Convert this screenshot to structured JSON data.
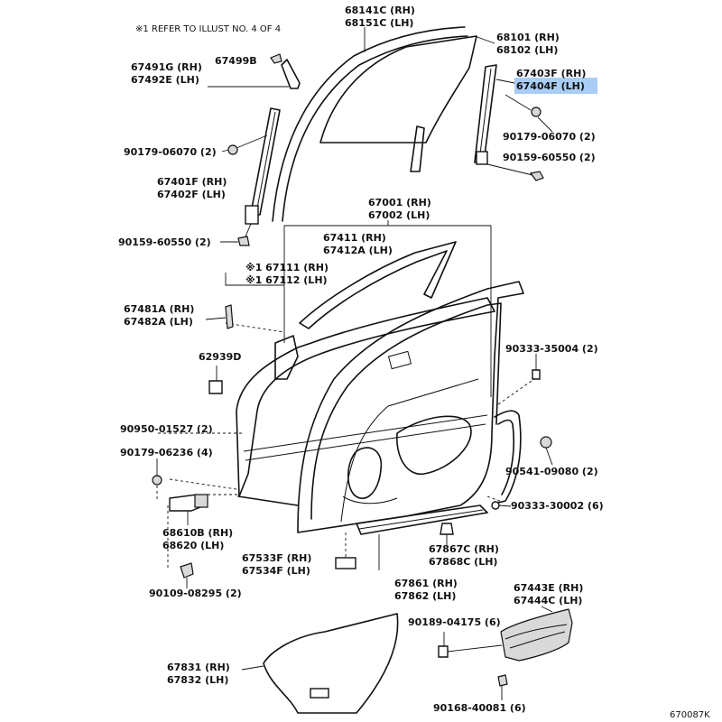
{
  "note": "※1 REFER TO ILLUST NO. 4 OF 4",
  "diagram_id": "670087K",
  "labels": {
    "l68141": "68141C (RH)",
    "l68151": "68151C (LH)",
    "l68101": "68101 (RH)",
    "l68102": "68102 (LH)",
    "l67403": "67403F (RH)",
    "l67404": "67404F (LH)",
    "l67491": "67491G (RH)",
    "l67499": "67499B",
    "l67492": "67492E (LH)",
    "l90179a": "90179-06070 (2)",
    "l90179b": "90179-06070 (2)",
    "l90159b": "90159-60550 (2)",
    "l67401": "67401F (RH)",
    "l67402": "67402F (LH)",
    "l90159a": "90159-60550 (2)",
    "l67001": "67001 (RH)",
    "l67002": "67002 (LH)",
    "l67411": "67411 (RH)",
    "l67412": "67412A (LH)",
    "l67111": "※1 67111 (RH)",
    "l67112": "※1 67112 (LH)",
    "l67481": "67481A (RH)",
    "l67482": "67482A (LH)",
    "l62939": "62939D",
    "l90333a": "90333-35004 (2)",
    "l90950": "90950-01527 (2)",
    "l90179c": "90179-06236 (4)",
    "l90541": "90541-09080 (2)",
    "l90333b": "90333-30002 (6)",
    "l68610": "68610B (RH)",
    "l68620": "68620 (LH)",
    "l67533": "67533F (RH)",
    "l67534": "67534F (LH)",
    "l67867": "67867C (RH)",
    "l67868": "67868C (LH)",
    "l90109": "90109-08295 (2)",
    "l67861": "67861 (RH)",
    "l67862": "67862 (LH)",
    "l67443": "67443E (RH)",
    "l67444": "67444C (LH)",
    "l90189": "90189-04175 (6)",
    "l67831": "67831 (RH)",
    "l67832": "67832 (LH)",
    "l90168": "90168-40081 (6)"
  },
  "highlight_color": "#a9cdf5",
  "highlighted_part": "67404F (LH)"
}
